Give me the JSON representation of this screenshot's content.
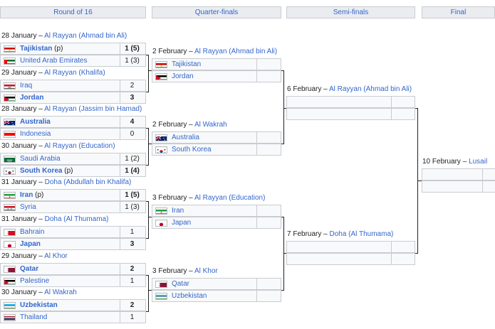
{
  "headers": [
    "Round of 16",
    "Quarter-finals",
    "Semi-finals",
    "Final"
  ],
  "round_of_16": [
    {
      "date": "28 January",
      "venue": "Al Rayyan (Ahmad bin Ali)",
      "teams": [
        {
          "name": "Tajikistan",
          "suffix": "(p)",
          "score": "1 (5)",
          "winner": true,
          "flag": "tajikistan"
        },
        {
          "name": "United Arab Emirates",
          "suffix": "",
          "score": "1 (3)",
          "winner": false,
          "flag": "uae"
        }
      ]
    },
    {
      "date": "29 January",
      "venue": "Al Rayyan (Khalifa)",
      "teams": [
        {
          "name": "Iraq",
          "suffix": "",
          "score": "2",
          "winner": false,
          "flag": "iraq"
        },
        {
          "name": "Jordan",
          "suffix": "",
          "score": "3",
          "winner": true,
          "flag": "jordan"
        }
      ]
    },
    {
      "date": "28 January",
      "venue": "Al Rayyan (Jassim bin Hamad)",
      "teams": [
        {
          "name": "Australia",
          "suffix": "",
          "score": "4",
          "winner": true,
          "flag": "australia"
        },
        {
          "name": "Indonesia",
          "suffix": "",
          "score": "0",
          "winner": false,
          "flag": "indonesia"
        }
      ]
    },
    {
      "date": "30 January",
      "venue": "Al Rayyan (Education)",
      "teams": [
        {
          "name": "Saudi Arabia",
          "suffix": "",
          "score": "1 (2)",
          "winner": false,
          "flag": "saudi"
        },
        {
          "name": "South Korea",
          "suffix": "(p)",
          "score": "1 (4)",
          "winner": true,
          "flag": "korea"
        }
      ]
    },
    {
      "date": "31 January",
      "venue": "Doha (Abdullah bin Khalifa)",
      "teams": [
        {
          "name": "Iran",
          "suffix": "(p)",
          "score": "1 (5)",
          "winner": true,
          "flag": "iran"
        },
        {
          "name": "Syria",
          "suffix": "",
          "score": "1 (3)",
          "winner": false,
          "flag": "syria"
        }
      ]
    },
    {
      "date": "31 January",
      "venue": "Doha (Al Thumama)",
      "teams": [
        {
          "name": "Bahrain",
          "suffix": "",
          "score": "1",
          "winner": false,
          "flag": "bahrain"
        },
        {
          "name": "Japan",
          "suffix": "",
          "score": "3",
          "winner": true,
          "flag": "japan"
        }
      ]
    },
    {
      "date": "29 January",
      "venue": "Al Khor",
      "teams": [
        {
          "name": "Qatar",
          "suffix": "",
          "score": "2",
          "winner": true,
          "flag": "qatar"
        },
        {
          "name": "Palestine",
          "suffix": "",
          "score": "1",
          "winner": false,
          "flag": "palestine"
        }
      ]
    },
    {
      "date": "30 January",
      "venue": "Al Wakrah",
      "teams": [
        {
          "name": "Uzbekistan",
          "suffix": "",
          "score": "2",
          "winner": true,
          "flag": "uzbekistan"
        },
        {
          "name": "Thailand",
          "suffix": "",
          "score": "1",
          "winner": false,
          "flag": "thailand"
        }
      ]
    }
  ],
  "quarter_finals": [
    {
      "date": "2 February",
      "venue": "Al Rayyan (Ahmad bin Ali)",
      "teams": [
        {
          "name": "Tajikistan",
          "flag": "tajikistan"
        },
        {
          "name": "Jordan",
          "flag": "jordan"
        }
      ]
    },
    {
      "date": "2 February",
      "venue": "Al Wakrah",
      "teams": [
        {
          "name": "Australia",
          "flag": "australia"
        },
        {
          "name": "South Korea",
          "flag": "korea"
        }
      ]
    },
    {
      "date": "3 February",
      "venue": "Al Rayyan (Education)",
      "teams": [
        {
          "name": "Iran",
          "flag": "iran"
        },
        {
          "name": "Japan",
          "flag": "japan"
        }
      ]
    },
    {
      "date": "3 February",
      "venue": "Al Khor",
      "teams": [
        {
          "name": "Qatar",
          "flag": "qatar"
        },
        {
          "name": "Uzbekistan",
          "flag": "uzbekistan"
        }
      ]
    }
  ],
  "semi_finals": [
    {
      "date": "6 February",
      "venue": "Al Rayyan (Ahmad bin Ali)"
    },
    {
      "date": "7 February",
      "venue": "Doha (Al Thumama)"
    }
  ],
  "final": {
    "date": "10 February",
    "venue": "Lusail"
  }
}
